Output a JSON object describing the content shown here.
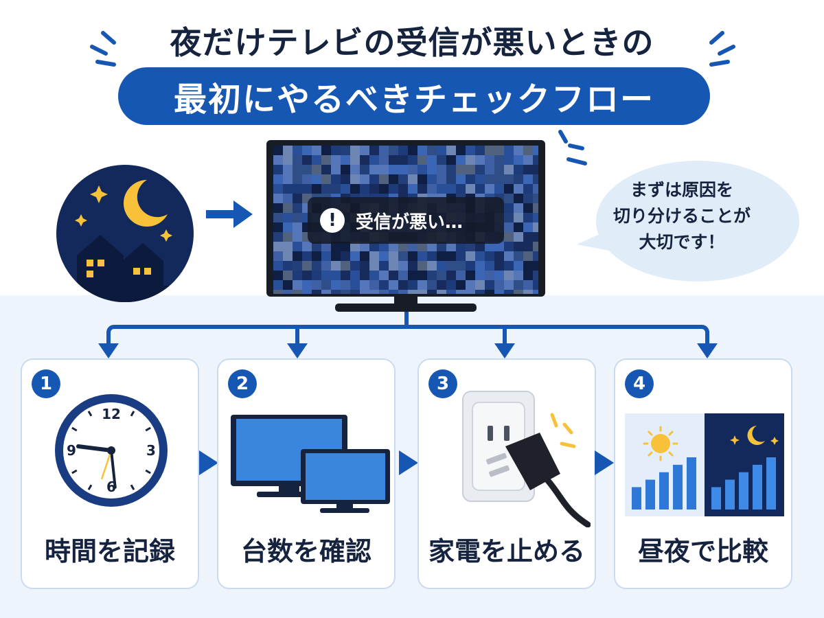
{
  "title": {
    "line1": "夜だけテレビの受信が悪いときの",
    "line2": "最初にやるべきチェックフロー"
  },
  "tv": {
    "warning_symbol": "!",
    "warning_text": "受信が悪い…"
  },
  "speech_bubble": {
    "lines": [
      "まずは原因を",
      "切り分けることが",
      "大切です！"
    ]
  },
  "steps": [
    {
      "number": "1",
      "label": "時間を記録"
    },
    {
      "number": "2",
      "label": "台数を確認"
    },
    {
      "number": "3",
      "label": "家電を止める"
    },
    {
      "number": "4",
      "label": "昼夜で比較"
    }
  ],
  "clock": {
    "numerals": [
      "12",
      "3",
      "6",
      "9"
    ]
  },
  "bar_charts": {
    "day_values": [
      3,
      4,
      5,
      6,
      7
    ],
    "night_values": [
      3,
      4,
      5,
      6,
      7
    ]
  },
  "colors": {
    "primary": "#1757b4",
    "dark_text": "#16233f",
    "night_navy": "#13295c",
    "moon_yellow": "#f7c23a",
    "light_bg": "#eef4fc"
  },
  "icons": [
    "moon-icon",
    "star-icon",
    "house-icon",
    "tv-icon",
    "warning-icon",
    "clock-icon",
    "monitor-icon",
    "outlet-icon",
    "plug-icon",
    "sun-icon",
    "bar-chart-icon",
    "arrow-right-icon",
    "arrow-down-icon"
  ]
}
